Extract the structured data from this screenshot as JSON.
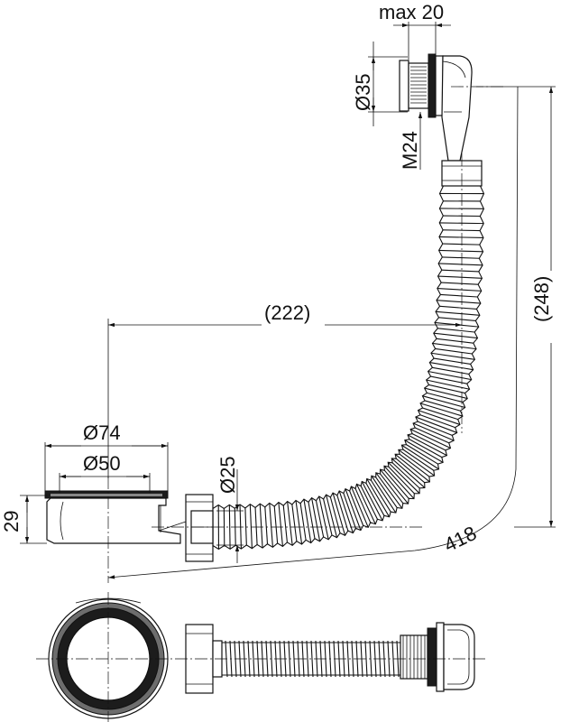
{
  "dimensions": {
    "max20": "max 20",
    "d35": "Ø35",
    "m24": "M24",
    "len248": "(248)",
    "len222": "(222)",
    "d74": "Ø74",
    "d50": "Ø50",
    "d25": "Ø25",
    "h29": "29",
    "len418": "418"
  },
  "colors": {
    "ink": "#111111",
    "gasket": "#1c1c1c",
    "shadow": "#6d6d6d"
  }
}
